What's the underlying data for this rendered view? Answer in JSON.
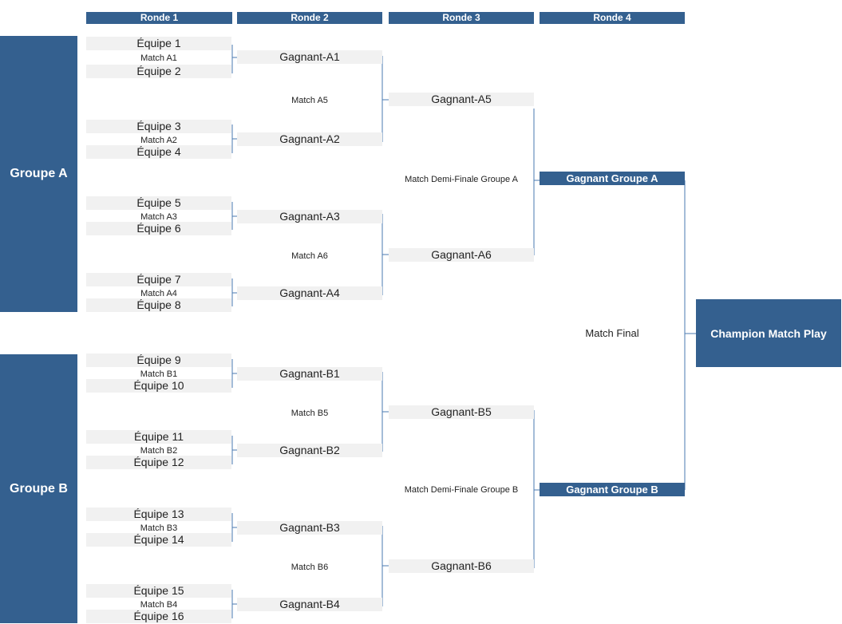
{
  "rounds": [
    "Ronde 1",
    "Ronde 2",
    "Ronde 3",
    "Ronde 4"
  ],
  "groups": {
    "a": "Groupe A",
    "b": "Groupe B"
  },
  "teams": [
    "Équipe 1",
    "Équipe 2",
    "Équipe 3",
    "Équipe 4",
    "Équipe 5",
    "Équipe 6",
    "Équipe 7",
    "Équipe 8",
    "Équipe 9",
    "Équipe 10",
    "Équipe 11",
    "Équipe 12",
    "Équipe 13",
    "Équipe 14",
    "Équipe 15",
    "Équipe 16"
  ],
  "round1_matches": [
    "Match A1",
    "Match A2",
    "Match A3",
    "Match A4",
    "Match B1",
    "Match B2",
    "Match B3",
    "Match B4"
  ],
  "round2_winners": [
    "Gagnant-A1",
    "Gagnant-A2",
    "Gagnant-A3",
    "Gagnant-A4",
    "Gagnant-B1",
    "Gagnant-B2",
    "Gagnant-B3",
    "Gagnant-B4"
  ],
  "round2_matches": [
    "Match A5",
    "Match A6",
    "Match B5",
    "Match B6"
  ],
  "round3_winners": [
    "Gagnant-A5",
    "Gagnant-A6",
    "Gagnant-B5",
    "Gagnant-B6"
  ],
  "semifinal_matches": [
    "Match Demi-Finale Groupe A",
    "Match Demi-Finale Groupe B"
  ],
  "group_winners": [
    "Gagnant Groupe A",
    "Gagnant Groupe B"
  ],
  "final_match": "Match Final",
  "champion": "Champion Match Play",
  "colors": {
    "header": "#34608f",
    "cell": "#f1f1f1",
    "line": "#4a7ab0",
    "text": "#222222"
  }
}
